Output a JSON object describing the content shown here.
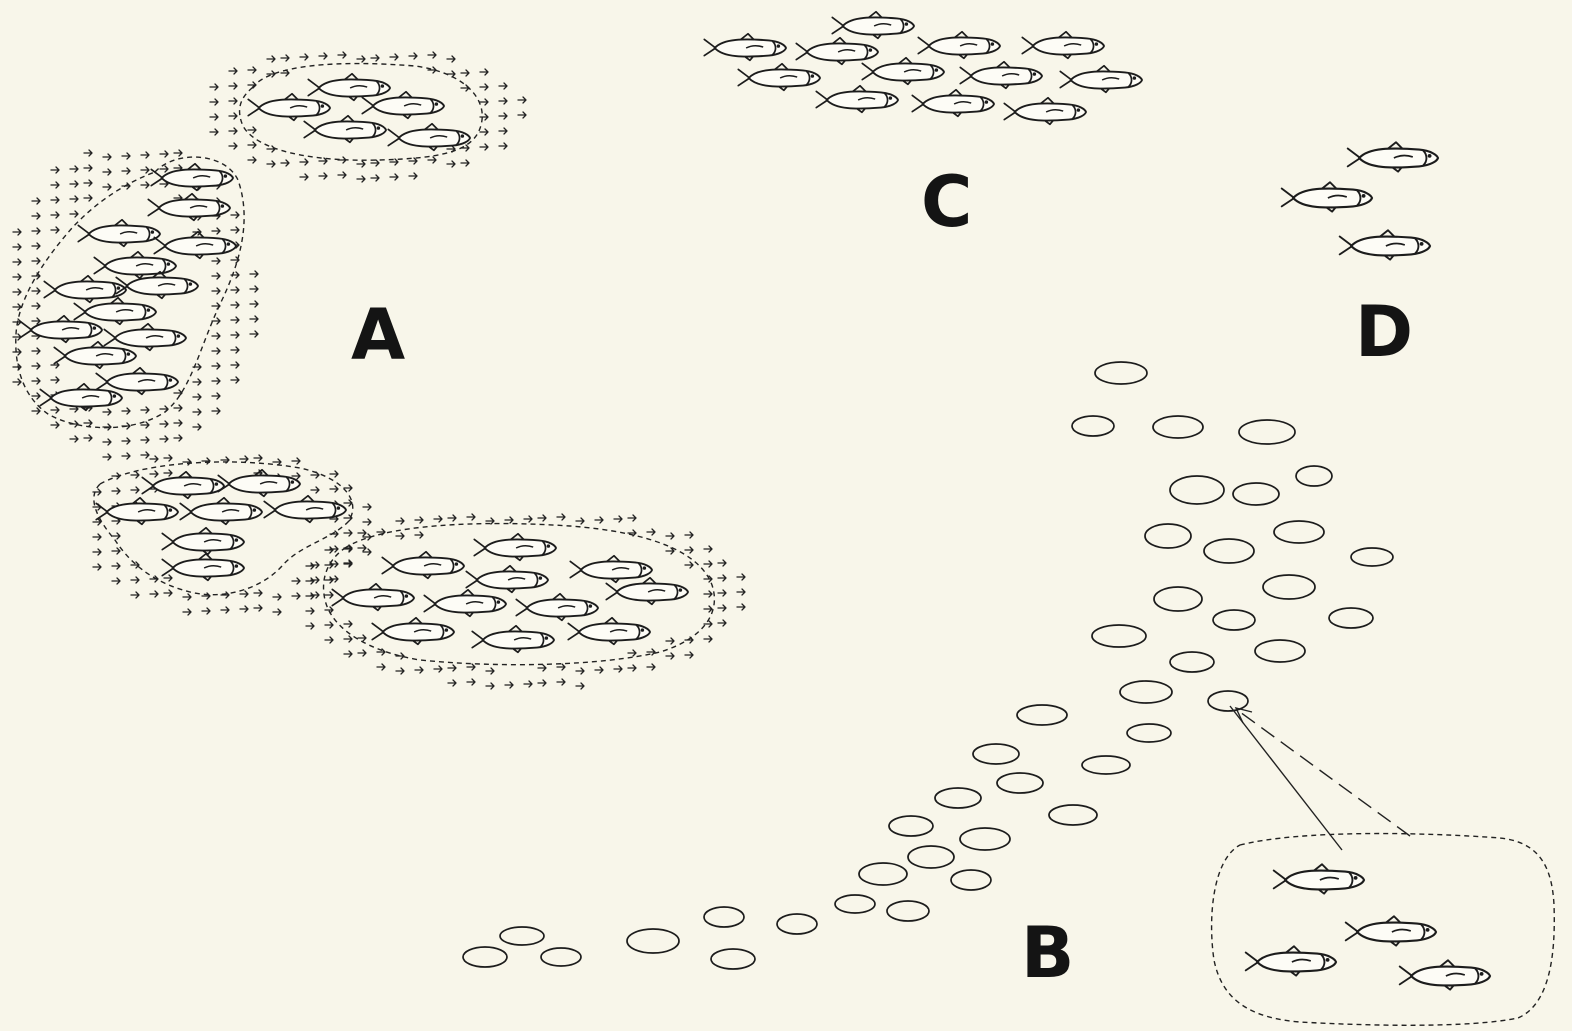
{
  "panels": {
    "a": "A",
    "b": "B",
    "c": "C",
    "d": "D"
  },
  "colors": {
    "background": "#f8f6ea",
    "ink": "#1c1c1c"
  }
}
